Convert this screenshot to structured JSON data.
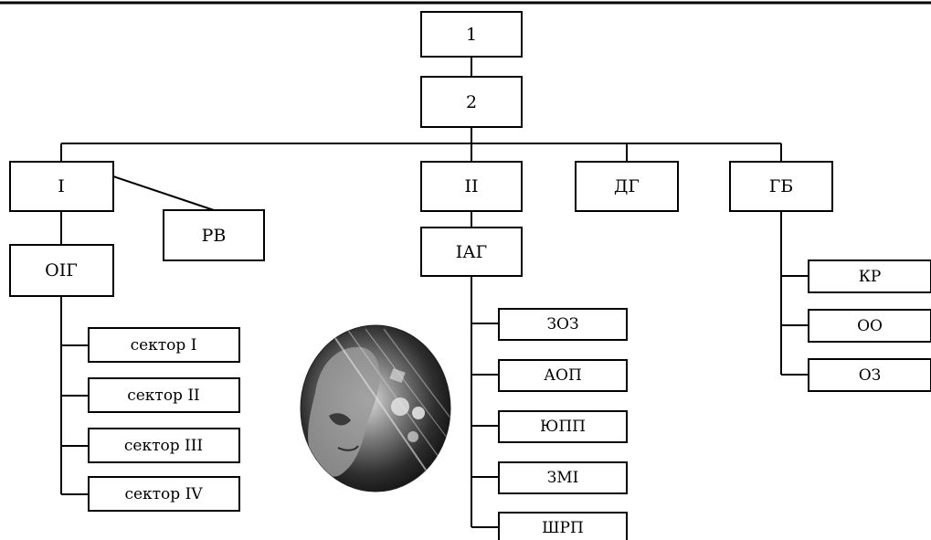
{
  "nodes": {
    "n1": "1",
    "n2": "2",
    "i": "I",
    "rv": "РВ",
    "oig": "ОІГ",
    "s1": "сектор I",
    "s2": "сектор II",
    "s3": "сектор III",
    "s4": "сектор IV",
    "ii": "II",
    "iag": "ІАГ",
    "zoz": "ЗОЗ",
    "aop": "АОП",
    "yupp": "ЮПП",
    "zmi": "ЗМІ",
    "shrp": "ШРП",
    "dg": "ДГ",
    "gb": "ГБ",
    "kr": "КР",
    "oo": "ОО",
    "oz": "ОЗ"
  },
  "image": {
    "description_icon": "decorative-portrait-illustration"
  }
}
